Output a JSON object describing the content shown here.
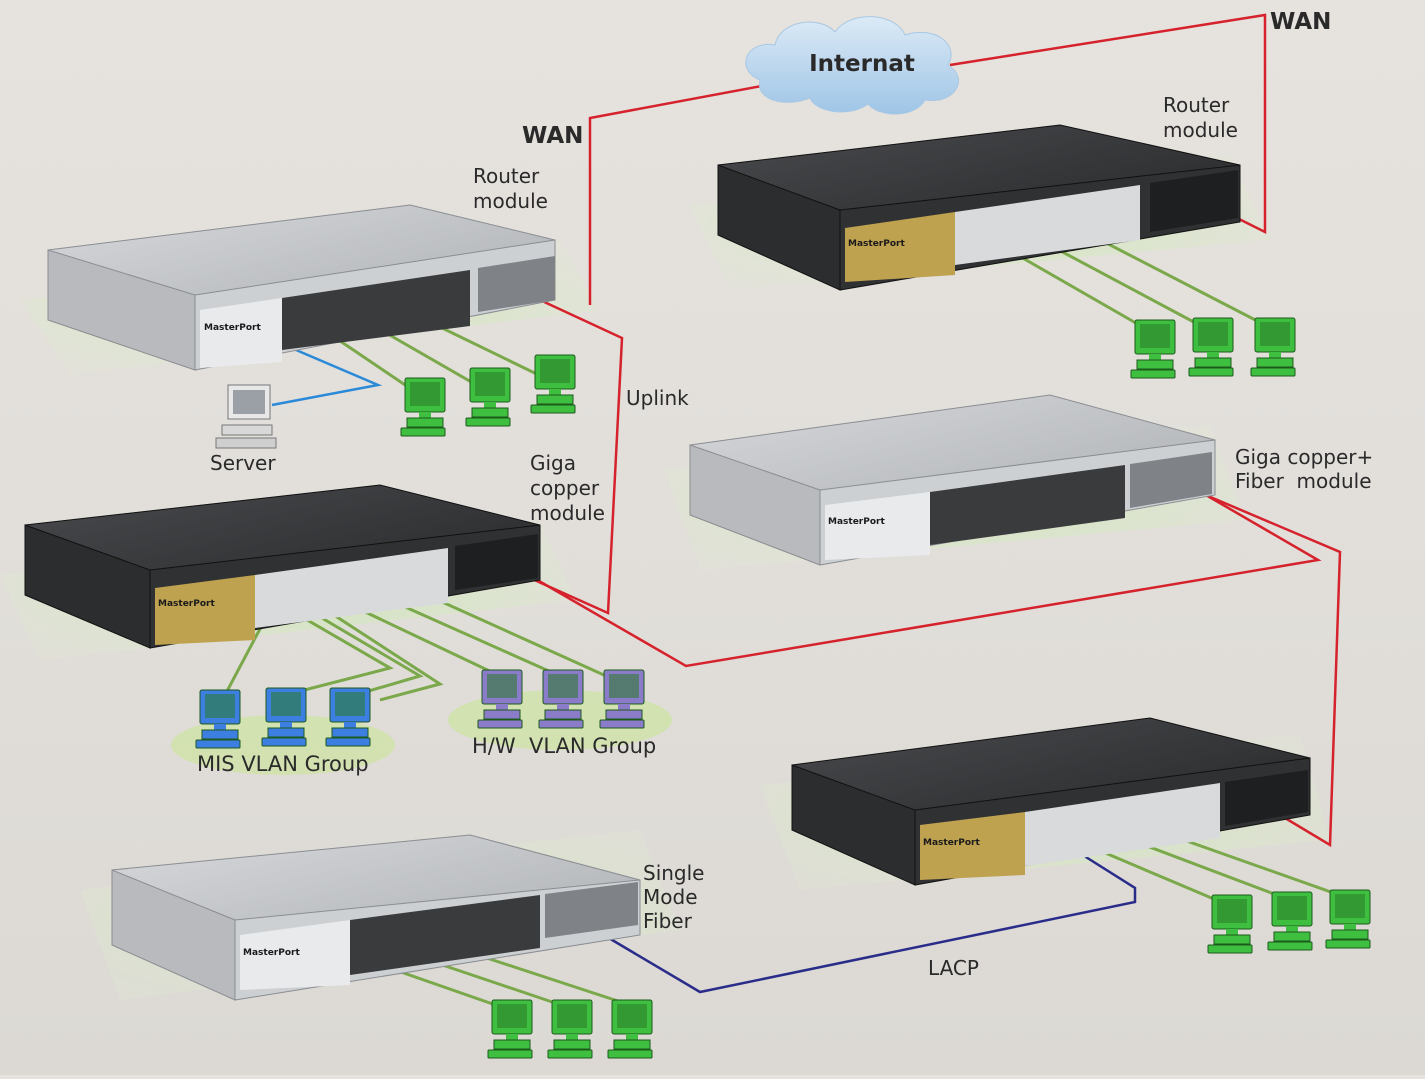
{
  "labels": {
    "internet": "Internat",
    "wan_left": "WAN",
    "wan_right": "WAN",
    "router_module_left": [
      "Router",
      "module"
    ],
    "router_module_right": [
      "Router",
      "module"
    ],
    "uplink": "Uplink",
    "server": "Server",
    "giga_copper_module": [
      "Giga",
      "copper",
      "module"
    ],
    "giga_copper_fiber_module": [
      "Giga copper+",
      "Fiber  module"
    ],
    "mis_vlan_group": "MIS VLAN Group",
    "hw_vlan_group": "H/W  VLAN Group",
    "single_mode_fiber": [
      "Single",
      "Mode",
      "Fiber"
    ],
    "lacp": "LACP",
    "brand": "MasterPort"
  },
  "colors": {
    "cable_wan": "#d6222c",
    "cable_lan": "#7aa84a",
    "cable_server": "#2a8ad8",
    "cable_lacp": "#2a2c8a",
    "switch_silver": "#bfc1c4",
    "switch_black": "#2b2c2e",
    "pc_green": "#3fbf3f",
    "pc_blue": "#3c7fe0",
    "pc_purple": "#8a7cc8",
    "cloud": "#b8d6ee"
  },
  "devices": [
    {
      "name": "switch-top-left",
      "finish": "silver"
    },
    {
      "name": "switch-top-right",
      "finish": "black"
    },
    {
      "name": "switch-mid-left",
      "finish": "black"
    },
    {
      "name": "switch-mid-right",
      "finish": "silver"
    },
    {
      "name": "switch-bottom-left",
      "finish": "silver"
    },
    {
      "name": "switch-bottom-right",
      "finish": "black"
    }
  ]
}
